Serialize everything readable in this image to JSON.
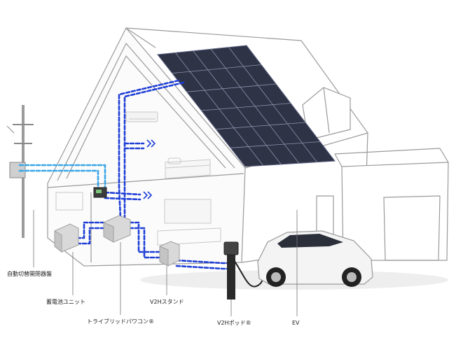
{
  "labels": {
    "switchboard": "自動切替開閉器盤",
    "battery": "蓄電池ユニット",
    "inverter": "トライブリッドパワコン®",
    "v2h_stand": "V2Hスタンド",
    "v2h_pod": "V2Hポッド®",
    "ev": "EV"
  },
  "colors": {
    "wire_dark": "#1f3fd6",
    "wire_light": "#39a6e6",
    "house_line": "#9a9a9a",
    "panel_cell": "#2e3346",
    "device": "#d9d9d9"
  },
  "icons": [
    "utility-pole-icon",
    "solar-panel-icon",
    "air-conditioner-icon",
    "bed-icon",
    "tv-icon",
    "car-icon"
  ]
}
